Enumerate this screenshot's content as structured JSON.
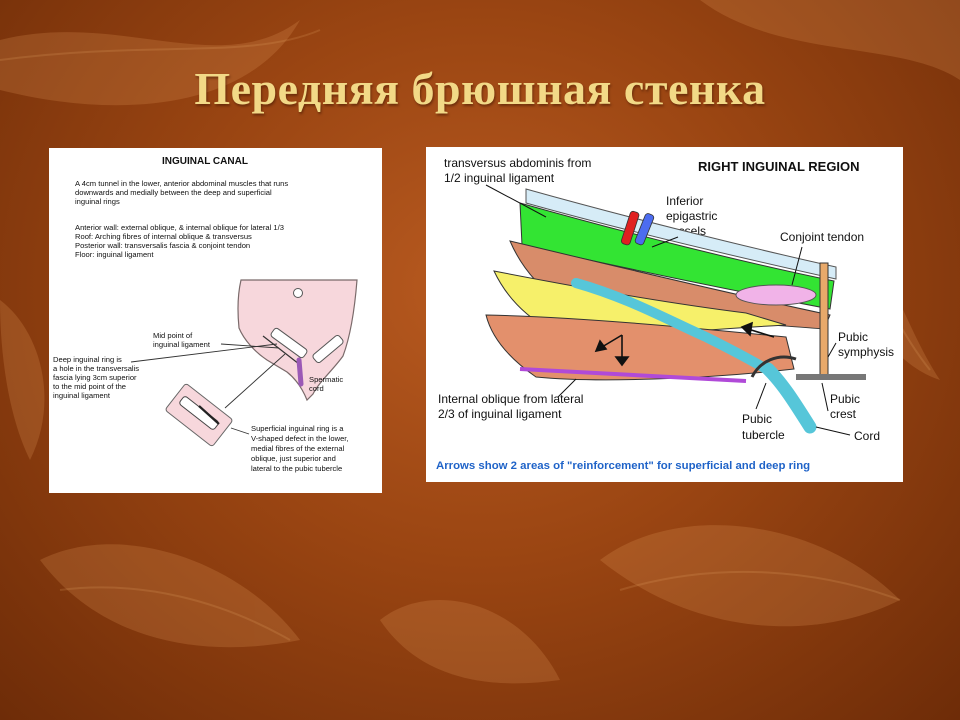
{
  "slide": {
    "title": "Передняя брюшная стенка"
  },
  "colors": {
    "title": "#f2d987",
    "background": "#9a4512"
  },
  "left_figure": {
    "heading": "INGUINAL CANAL",
    "intro_lines": [
      "A 4cm tunnel in the lower, anterior abdominal muscles that runs",
      "downwards and medially between the deep and superficial",
      "inguinal rings"
    ],
    "wall_lines": [
      "Anterior wall: external oblique, & internal oblique for lateral 1/3",
      "Roof: Arching fibres of internal oblique & transversus",
      "Posterior wall: transversalis fascia & conjoint tendon",
      "Floor: inguinal ligament"
    ],
    "mid_point_lines": [
      "Mid point of",
      "inguinal ligament"
    ],
    "deep_ring_lines": [
      "Deep inguinal ring is",
      "a hole in the transversalis",
      "fascia lying 3cm superior",
      "to the mid point of the",
      "inguinal ligament"
    ],
    "spermatic_lines": [
      "Spermatic",
      "cord"
    ],
    "superficial_ring_lines": [
      "Superficial inguinal ring is a",
      "V-shaped defect in the lower,",
      "medial fibres of the external",
      "oblique, just superior and",
      "lateral to the pubic tubercle"
    ]
  },
  "right_figure": {
    "heading": "RIGHT INGUINAL REGION",
    "transversus_lines": [
      "transversus abdominis from",
      "1/2 inguinal ligament"
    ],
    "epigastric_lines": [
      "Inferior",
      "epigastric",
      "vessels"
    ],
    "conjoint_label": "Conjoint tendon",
    "pubic_symphysis_lines": [
      "Pubic",
      "symphysis"
    ],
    "pubic_crest_lines": [
      "Pubic",
      "crest"
    ],
    "internal_oblique_lines": [
      "Internal oblique from lateral",
      "2/3 of inguinal ligament"
    ],
    "pubic_tubercle_lines": [
      "Pubic",
      "tubercle"
    ],
    "cord_label": "Cord",
    "caption": "Arrows show 2 areas of \"reinforcement\" for superficial and deep ring"
  }
}
